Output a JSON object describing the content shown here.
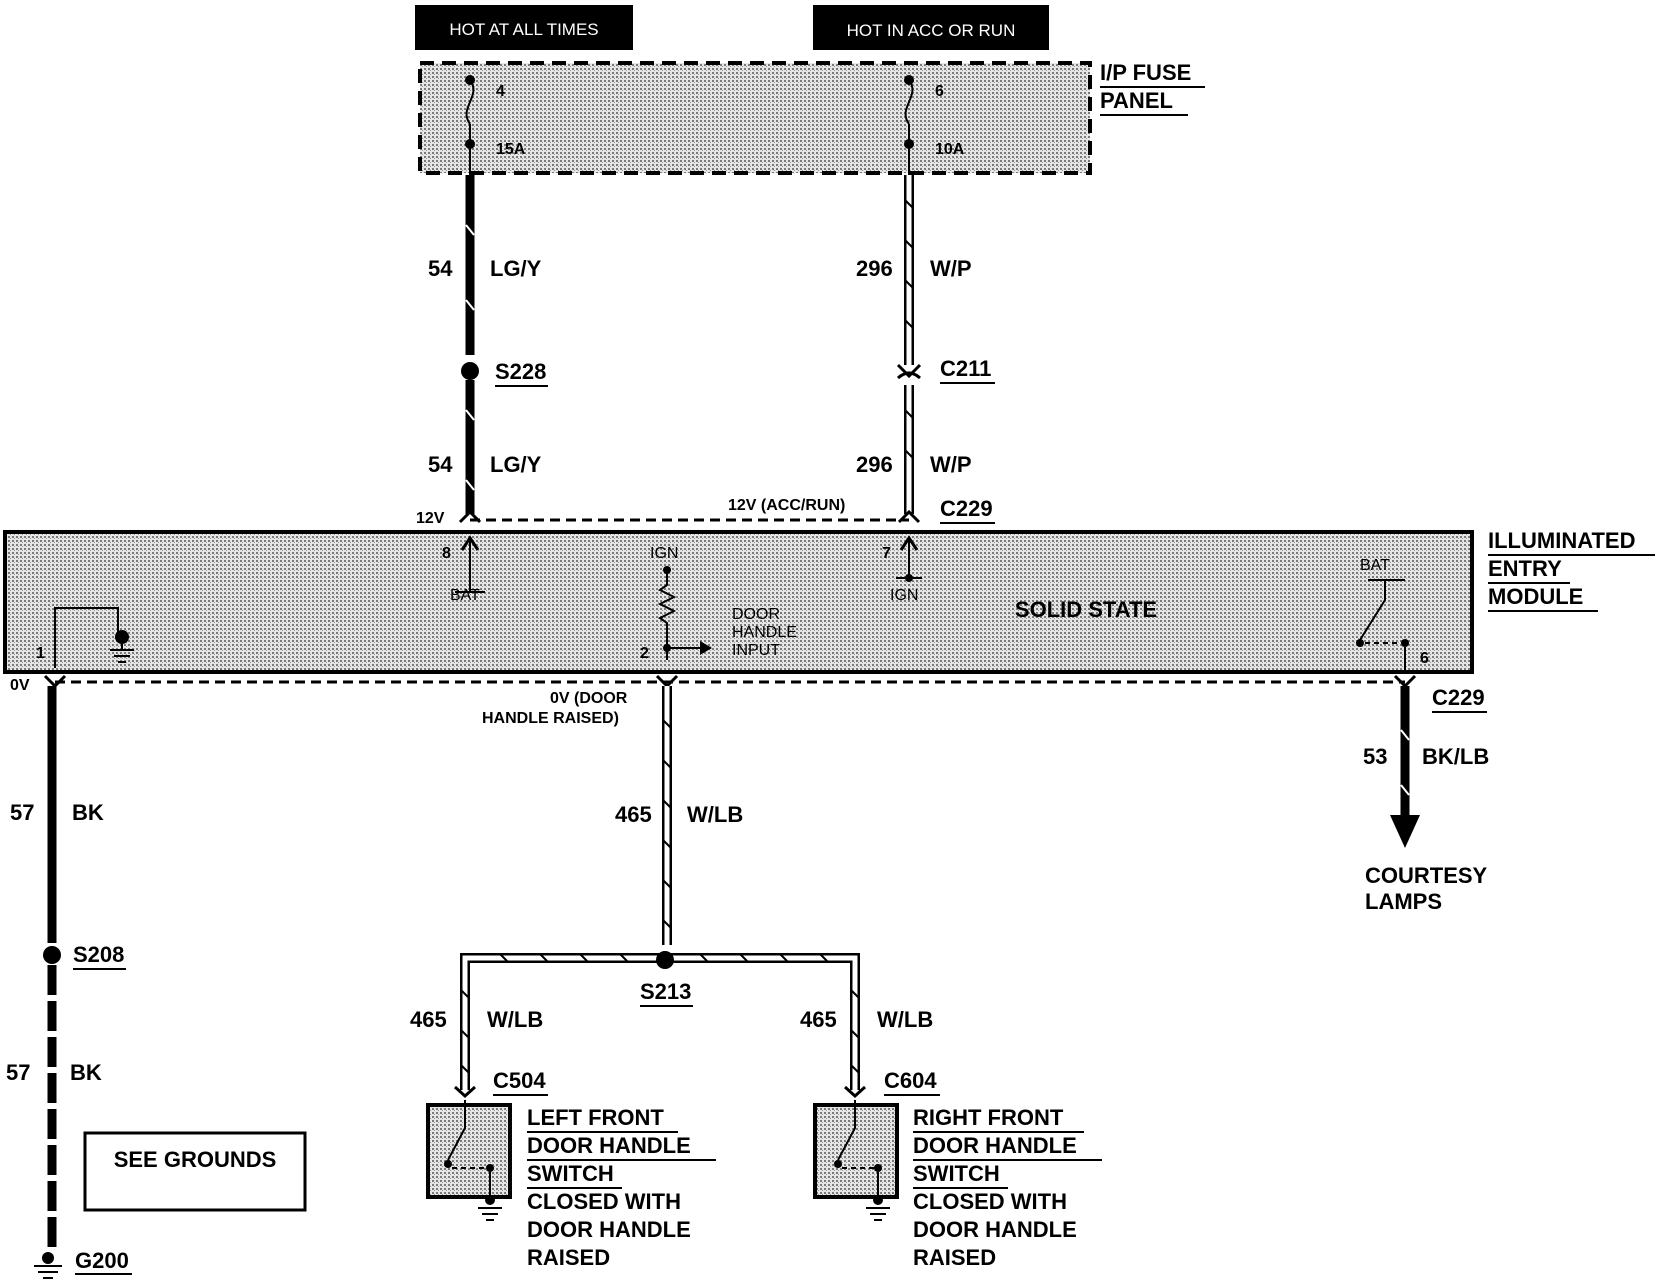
{
  "headers": {
    "hot_at_all_times": "HOT AT ALL TIMES",
    "hot_in_acc_or_run": "HOT IN ACC OR RUN"
  },
  "fuse_panel": {
    "name_line1": "I/P FUSE",
    "name_line2": "PANEL",
    "fuse_a_number": "4",
    "fuse_a_rating": "15A",
    "fuse_b_number": "6",
    "fuse_b_rating": "10A"
  },
  "wires": {
    "w54_circuit": "54",
    "w54_color": "LG/Y",
    "w296_circuit": "296",
    "w296_color": "W/P",
    "w57_circuit": "57",
    "w57_color": "BK",
    "w465_circuit": "465",
    "w465_color": "W/LB",
    "w53_circuit": "53",
    "w53_color": "BK/LB"
  },
  "connectors": {
    "s228": "S228",
    "c211": "C211",
    "c229": "C229",
    "s208": "S208",
    "s213": "S213",
    "c504": "C504",
    "c604": "C604",
    "g200": "G200"
  },
  "module": {
    "name_line1": "ILLUMINATED",
    "name_line2": "ENTRY",
    "name_line3": "MODULE",
    "solid_state": "SOLID STATE",
    "v12": "12V",
    "v12_acc_run": "12V (ACC/RUN)",
    "v0": "0V",
    "v0_door_line1": "0V (DOOR",
    "v0_door_line2": "HANDLE RAISED)",
    "pin8": "8",
    "pin7": "7",
    "pin2": "2",
    "pin1": "1",
    "pin6": "6",
    "bat": "BAT",
    "ign": "IGN",
    "door_input_line1": "DOOR",
    "door_input_line2": "HANDLE",
    "door_input_line3": "INPUT"
  },
  "courtesy": {
    "line1": "COURTESY",
    "line2": "LAMPS"
  },
  "grounds_box": "SEE GROUNDS",
  "left_switch": {
    "line1": "LEFT FRONT",
    "line2": "DOOR HANDLE",
    "line3": "SWITCH",
    "line4": "CLOSED WITH",
    "line5": "DOOR HANDLE",
    "line6": "RAISED"
  },
  "right_switch": {
    "line1": "RIGHT FRONT",
    "line2": "DOOR HANDLE",
    "line3": "SWITCH",
    "line4": "CLOSED WITH",
    "line5": "DOOR HANDLE",
    "line6": "RAISED"
  },
  "colors": {
    "ink": "#000000",
    "shade": "#c8c8c8"
  }
}
